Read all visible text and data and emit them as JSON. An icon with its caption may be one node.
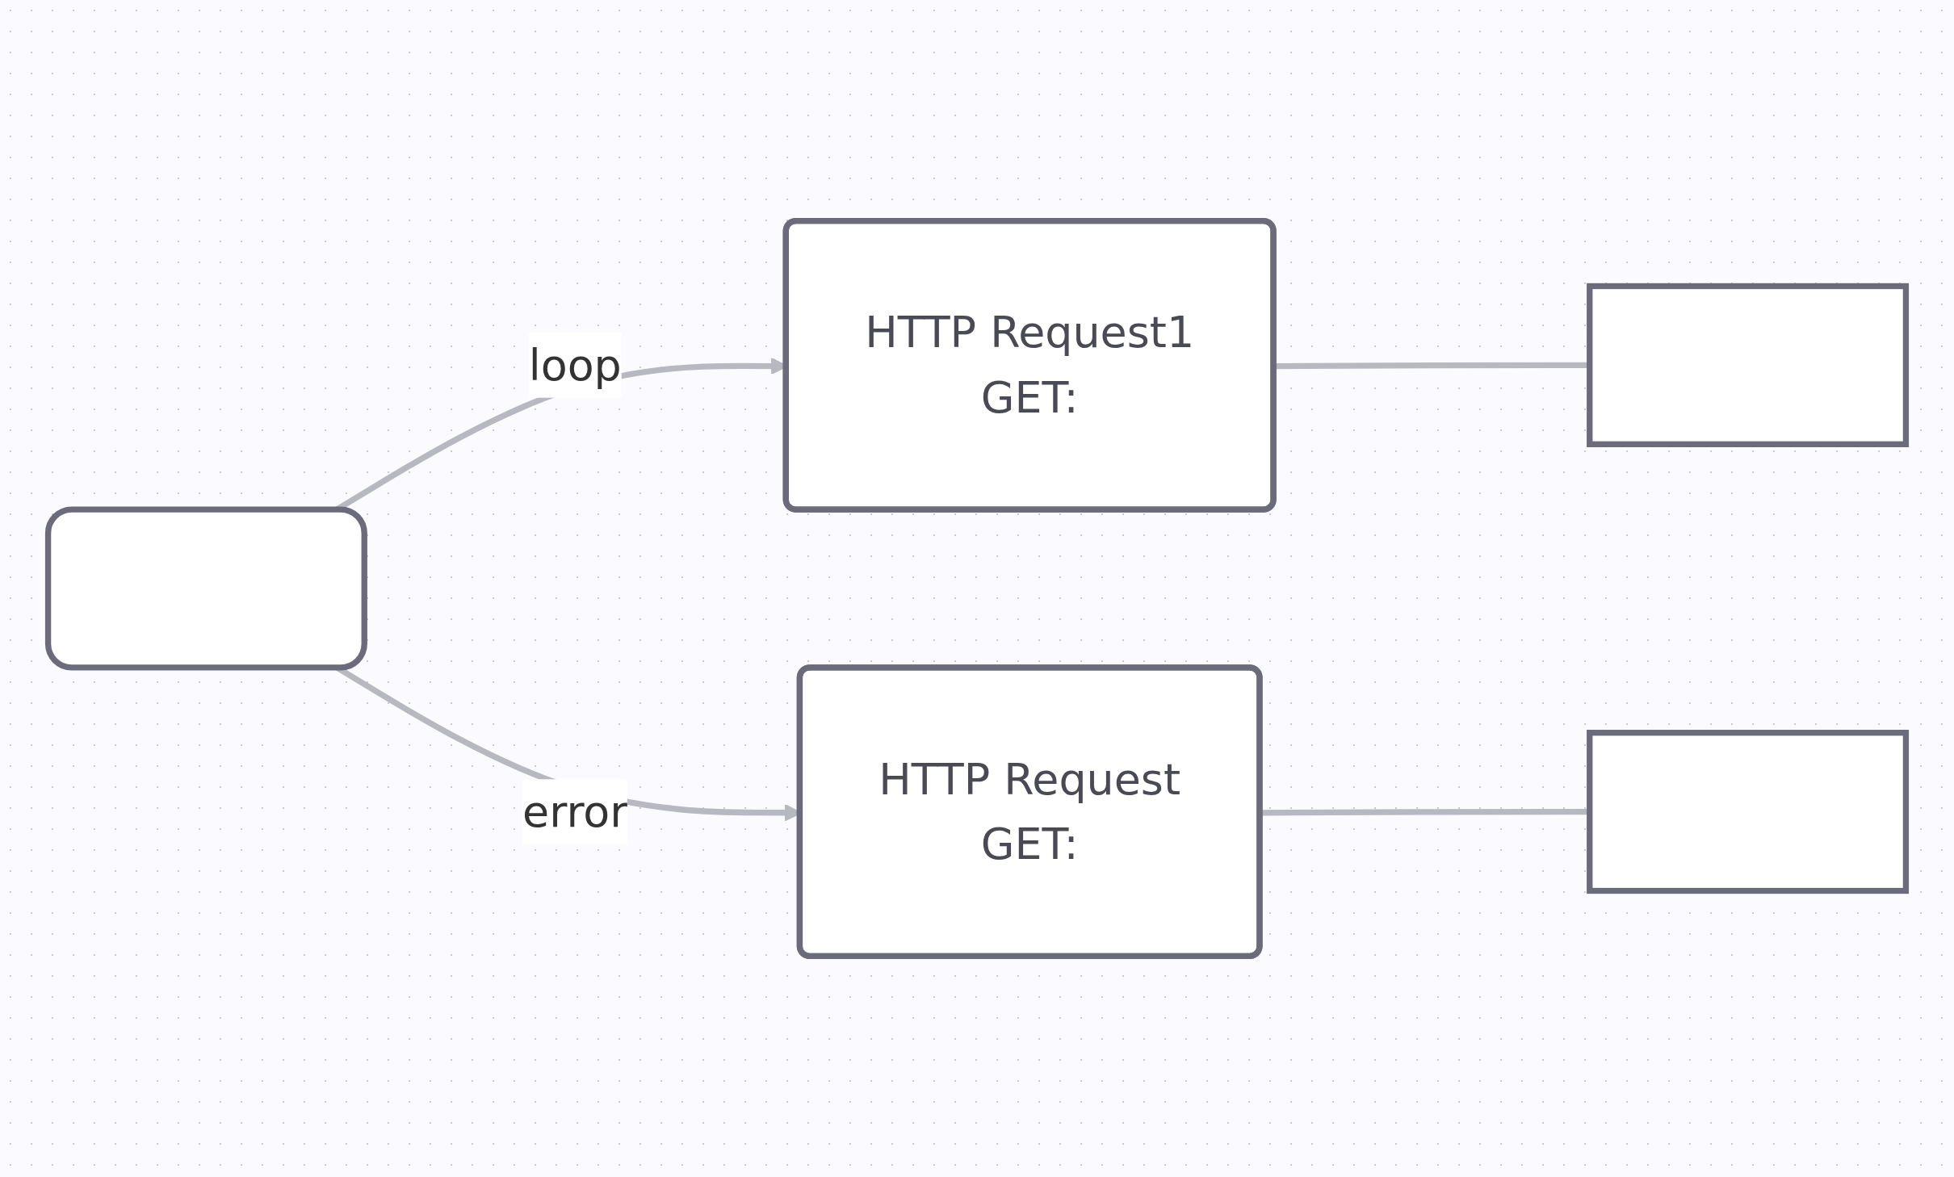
{
  "diagram": {
    "nodes": [
      {
        "text": [],
        "shape": "box"
      },
      {
        "text": [
          "HTTP Request1",
          "GET:"
        ]
      },
      {
        "text": [
          "HTTP Request",
          "GET:"
        ]
      },
      {
        "text": [],
        "shape": "box"
      },
      {
        "text": [],
        "shape": "box"
      }
    ],
    "edges": [
      {
        "from": 0,
        "to": 1,
        "arrow": "to",
        "label": "loop"
      },
      {
        "from": 0,
        "to": 2,
        "arrow": "to",
        "label": "error"
      },
      {
        "from": 1,
        "to": 3,
        "arrow": "none"
      },
      {
        "from": 2,
        "to": 4,
        "arrow": "none"
      }
    ]
  }
}
